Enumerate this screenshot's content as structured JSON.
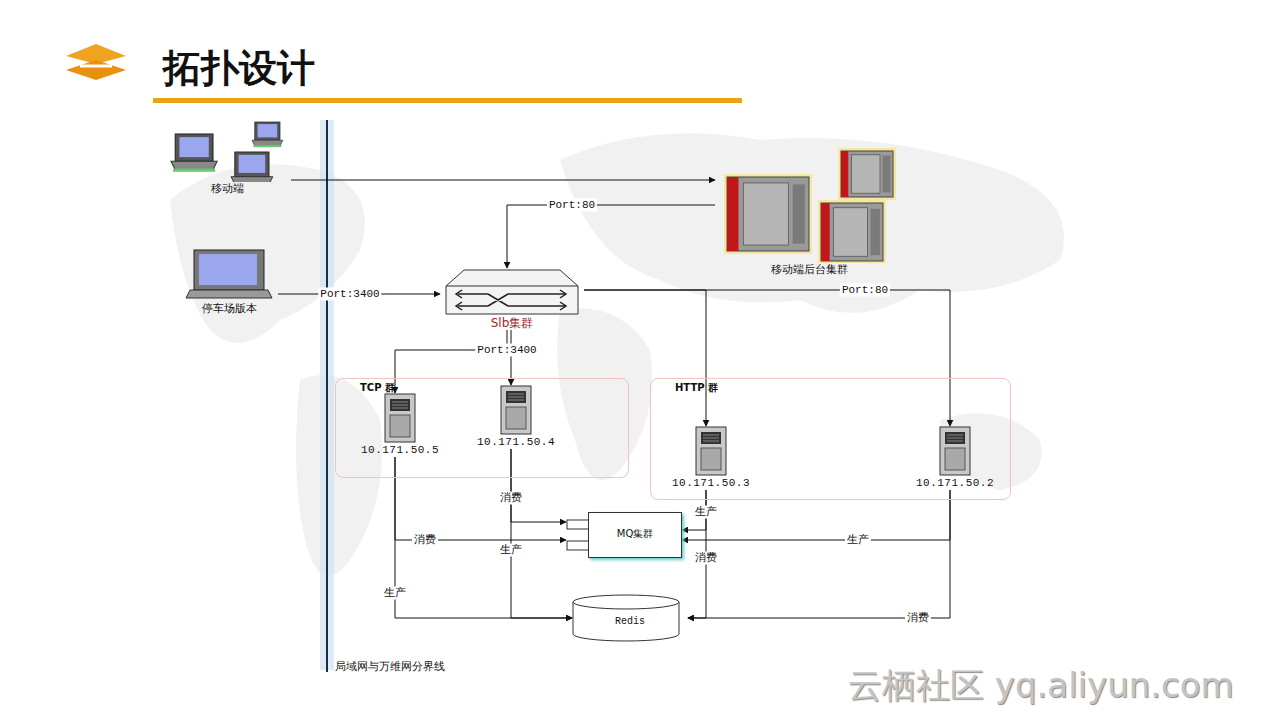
{
  "diagram": {
    "title": "拓扑设计",
    "nodes": [
      {
        "text": [
          "移动端"
        ]
      },
      {
        "text": [
          "移动端后台集群"
        ]
      },
      {
        "text": [
          "停车场版本"
        ]
      },
      {
        "text": [
          "Slb集群"
        ]
      },
      {
        "text": [
          "TCP 群"
        ]
      },
      {
        "text": [
          "10.171.50.5"
        ],
        "in": 4
      },
      {
        "text": [
          "10.171.50.4"
        ],
        "in": 4
      },
      {
        "text": [
          "HTTP 群"
        ]
      },
      {
        "text": [
          "10.171.50.3"
        ],
        "in": 7
      },
      {
        "text": [
          "10.171.50.2"
        ],
        "in": 7
      },
      {
        "text": [
          "MQ集群"
        ]
      },
      {
        "text": [
          "Redis"
        ]
      }
    ],
    "edges": [
      {
        "from": 0,
        "to": 1,
        "arrow": "to"
      },
      {
        "from": 1,
        "to": 3,
        "label": "Port:80",
        "arrow": "to"
      },
      {
        "from": 2,
        "to": 3,
        "label": "Port:3400",
        "arrow": "to"
      },
      {
        "from": 3,
        "to": 5,
        "label": "Port:3400",
        "arrow": "to"
      },
      {
        "from": 3,
        "to": 6,
        "arrow": "to"
      },
      {
        "from": 3,
        "to": 8,
        "arrow": "to"
      },
      {
        "from": 3,
        "to": 9,
        "label": "Port:80",
        "arrow": "to"
      },
      {
        "from": 5,
        "to": 10,
        "label": "消费",
        "arrow": "to"
      },
      {
        "from": 6,
        "to": 10,
        "label": "消费",
        "arrow": "to"
      },
      {
        "from": 6,
        "to": 11,
        "label": "生产",
        "arrow": "to"
      },
      {
        "from": 5,
        "to": 11,
        "label": "生产",
        "arrow": "to"
      },
      {
        "from": 8,
        "to": 10,
        "label": "生产",
        "arrow": "to"
      },
      {
        "from": 9,
        "to": 10,
        "label": "生产",
        "arrow": "to"
      },
      {
        "from": 8,
        "to": 11,
        "label": "消费",
        "arrow": "to"
      },
      {
        "from": 9,
        "to": 11,
        "label": "消费",
        "arrow": "to"
      }
    ],
    "labels": [
      "局域网与万维网分界线",
      "云栖社区 yq.aliyun.com"
    ]
  }
}
